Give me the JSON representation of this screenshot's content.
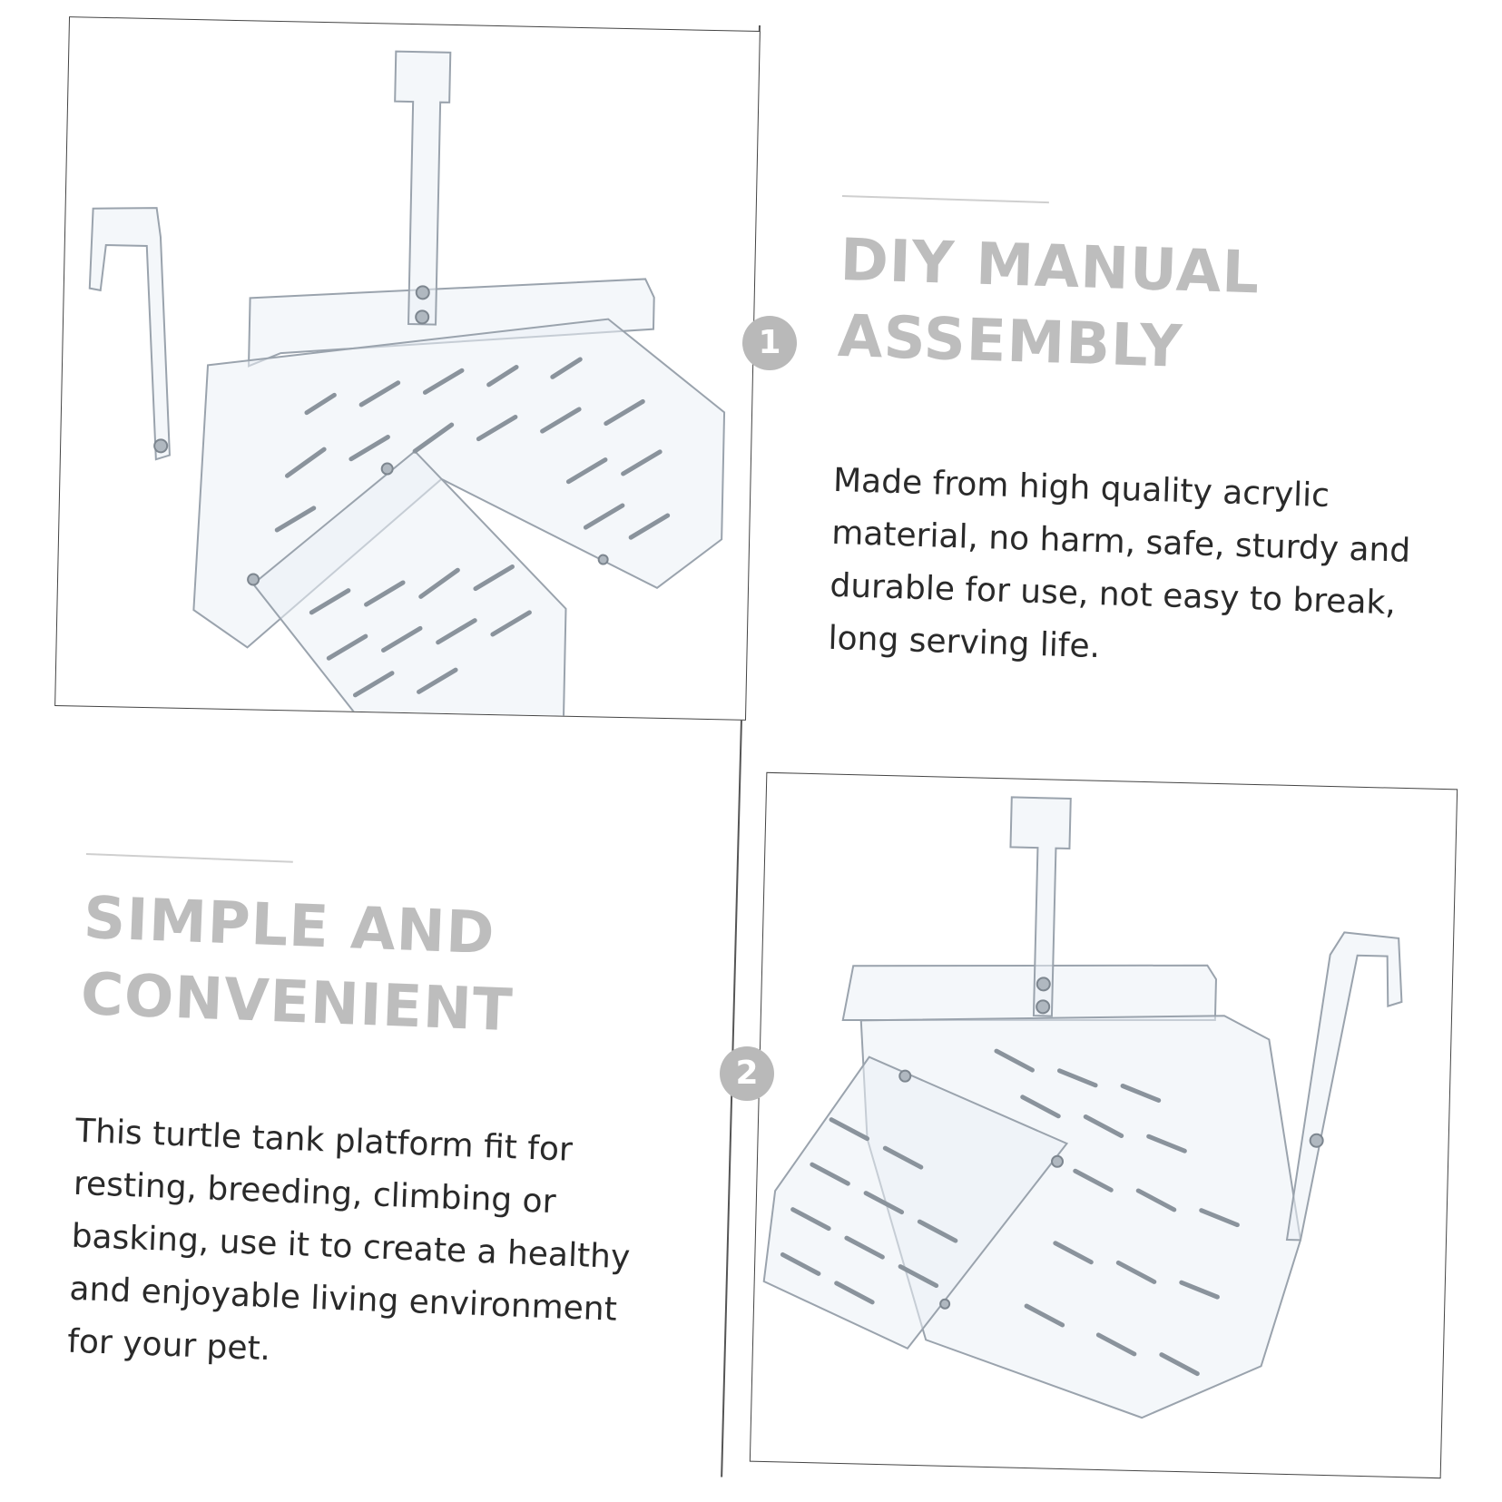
{
  "steps": [
    {
      "badge": "1",
      "heading": "DIY MANUAL ASSEMBLY",
      "body": "Made from high quality acrylic material, no harm, safe, sturdy and durable for use, not easy to break, long serving life."
    },
    {
      "badge": "2",
      "heading": "SIMPLE AND CONVENIENT",
      "body": "This turtle tank platform fit for resting, breeding, climbing or basking, use it to create a healthy and enjoyable living environment for your pet."
    }
  ],
  "colors": {
    "background": "#ffffff",
    "heading": "#bdbdbd",
    "body_text": "#2a2a2a",
    "badge": "#b9b9b9",
    "frame": "#444444"
  }
}
